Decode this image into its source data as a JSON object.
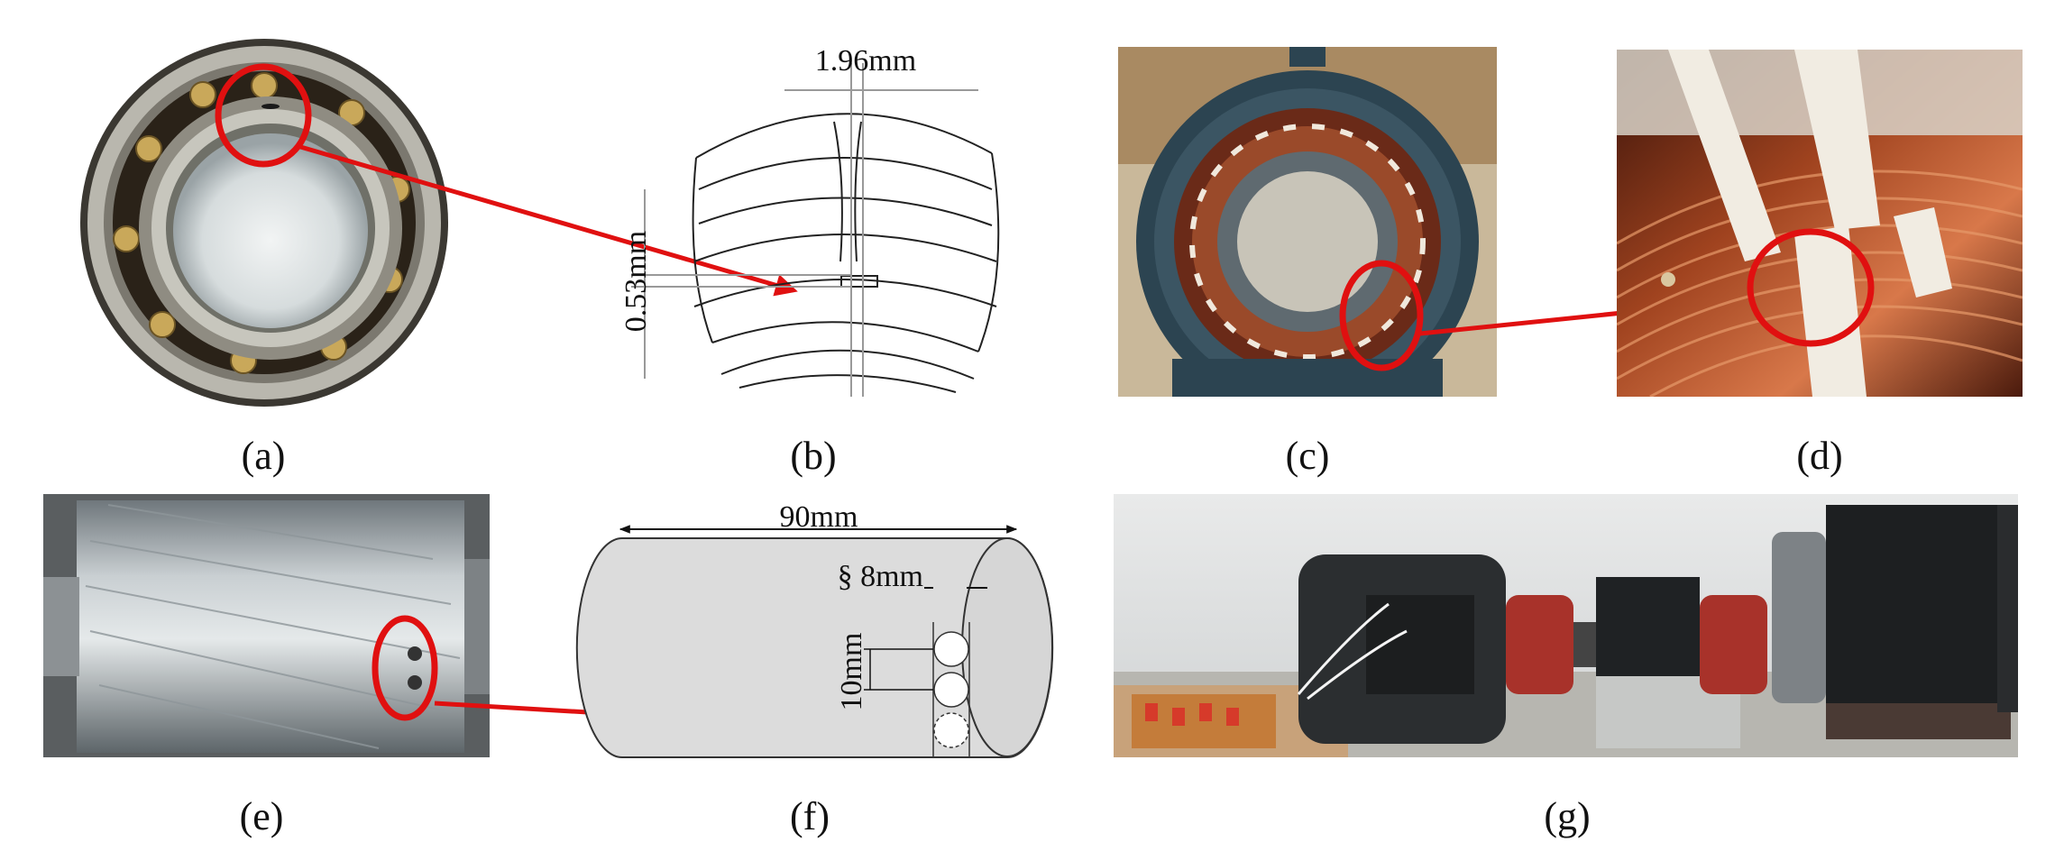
{
  "panels": {
    "a": {
      "caption": "(a)"
    },
    "b": {
      "caption": "(b)",
      "width_label": "1.96mm",
      "depth_label": "0.53mm"
    },
    "c": {
      "caption": "(c)"
    },
    "d": {
      "caption": "(d)"
    },
    "e": {
      "caption": "(e)"
    },
    "f": {
      "caption": "(f)",
      "length_label": "90mm",
      "diameter_label": "§ 8mm",
      "spacing_label": "10mm"
    },
    "g": {
      "caption": "(g)"
    }
  },
  "colors": {
    "highlight": "#e01010",
    "copper": "#8a3a1e",
    "steel": "#9aa3a8",
    "housing": "#2e4450"
  }
}
